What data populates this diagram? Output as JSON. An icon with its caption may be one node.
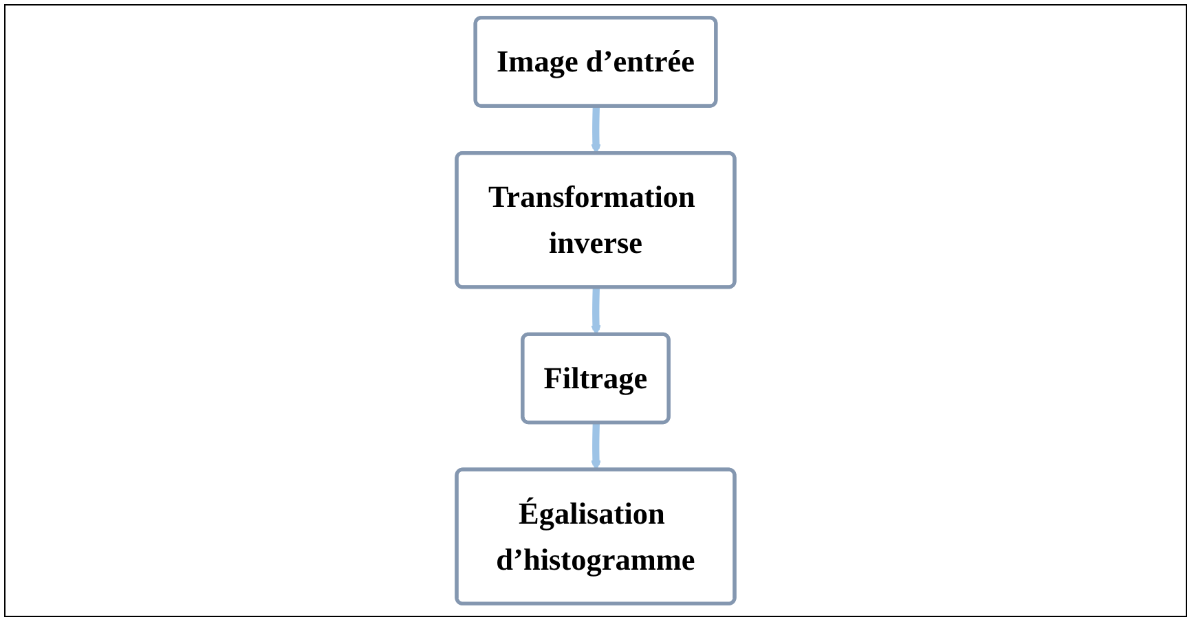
{
  "diagram": {
    "nodes": [
      {
        "text": [
          "Image d’entrée"
        ]
      },
      {
        "text": [
          "Transformation inverse"
        ]
      },
      {
        "text": [
          "Filtrage"
        ]
      },
      {
        "text": [
          "Égalisation d’histogramme"
        ]
      }
    ],
    "edges": [
      {
        "from": 0,
        "to": 1,
        "arrow": "to"
      },
      {
        "from": 1,
        "to": 2,
        "arrow": "to"
      },
      {
        "from": 2,
        "to": 3,
        "arrow": "to"
      }
    ]
  }
}
